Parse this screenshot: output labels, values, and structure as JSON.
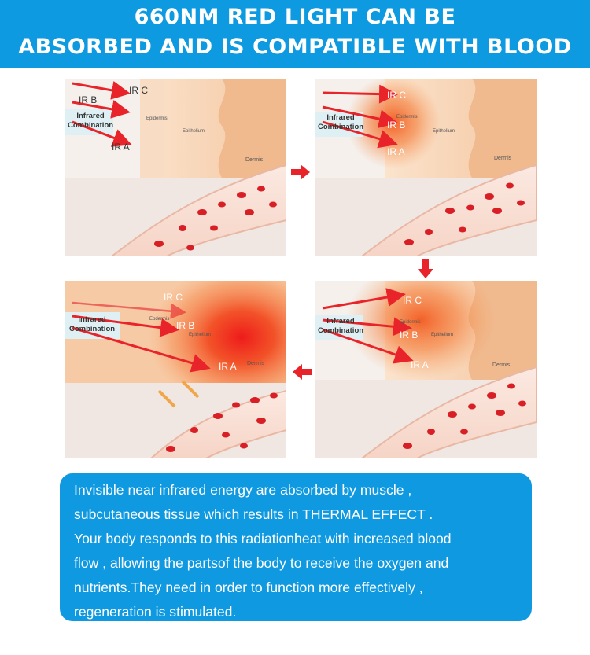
{
  "banner": {
    "line1": "660NM RED LIGHT CAN BE",
    "line2": "ABSORBED AND IS COMPATIBLE WITH BLOOD"
  },
  "panels": [
    {
      "ir_c": "IR C",
      "ir_b": "IR B",
      "ir_a": "IR A",
      "combo_line1": "Infrared",
      "combo_line2": "Combination",
      "epidermis": "Epidermis",
      "epithelium": "Epithelium",
      "dermis": "Dermis"
    },
    {
      "ir_c": "IR C",
      "ir_b": "IR B",
      "ir_a": "IR A",
      "combo_line1": "Infrared",
      "combo_line2": "Combination",
      "epidermis": "Epidermis",
      "epithelium": "Epithelium",
      "dermis": "Dermis"
    },
    {
      "ir_c": "IR C",
      "ir_b": "IR B",
      "ir_a": "IR A",
      "combo_line1": "Infrared",
      "combo_line2": "Combination",
      "epidermis": "Epdermis",
      "epithelium": "Epithelium",
      "dermis": "Dermis"
    },
    {
      "ir_c": "IR C",
      "ir_b": "IR B",
      "ir_a": "IR A",
      "combo_line1": "Infrared",
      "combo_line2": "Combination",
      "epidermis": "Epidermis",
      "epithelium": "Epithelium",
      "dermis": "Dermis"
    }
  ],
  "flow_arrows": [
    "right",
    "down",
    "left"
  ],
  "info": {
    "lines": [
      "Invisible near infrared energy are absorbed by muscle ,",
      "subcutaneous tissue which results in THERMAL EFFECT .",
      "Your body responds to this radiationheat with increased blood",
      "flow , allowing the partsof the body to receive the oxygen and",
      "nutrients.They need in order to function more effectively ,",
      "regeneration is stimulated."
    ]
  },
  "colors": {
    "banner": "#0d9ae0",
    "info_box": "#0e99e0",
    "arrow": "#e8242a",
    "blood_cell": "#d81f26"
  }
}
